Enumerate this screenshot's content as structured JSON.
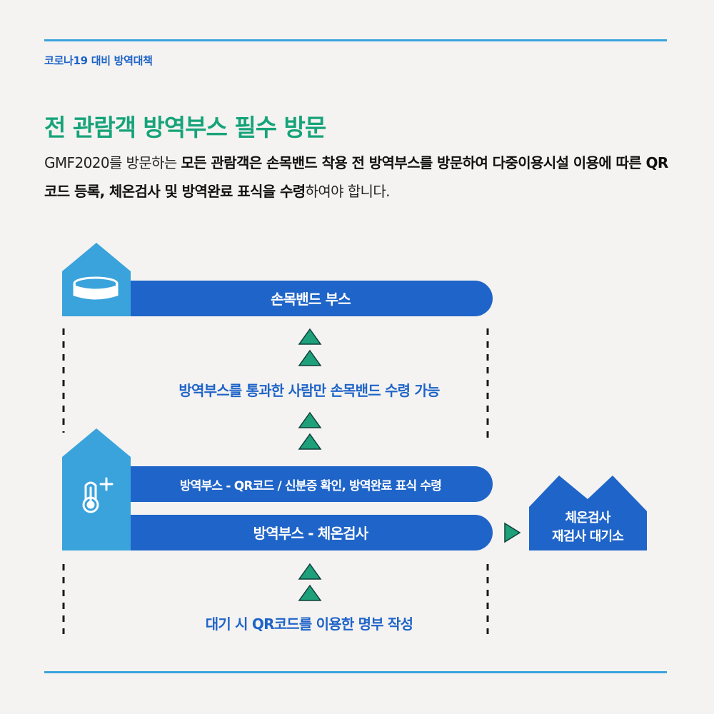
{
  "header": {
    "category": "코로나19 대비 방역대책"
  },
  "title": "전 관람객 방역부스 필수 방문",
  "description": {
    "lead": "GMF2020를 방문하는 ",
    "strong": "모든 관람객은 손목밴드 착용 전 방역부스를 방문하여 다중이용시설 이용에 따른 QR코드 등록, 체온검사 및 방역완료 표식을 수령",
    "tail": "하여야 합니다."
  },
  "flow": {
    "wristband_booth": "손목밴드 부스",
    "wristband_note": "방역부스를 통과한 사람만 손목밴드 수령 가능",
    "qr_check": "방역부스 - QR코드 / 신분증 확인, 방역완료 표식 수령",
    "temp_check": "방역부스 - 체온검사",
    "waiting_note": "대기 시 QR코드를 이용한 명부 작성",
    "retest_line1": "체온검사",
    "retest_line2": "재검사 대기소"
  },
  "colors": {
    "primary_blue": "#1f64c8",
    "light_blue": "#3aa3dc",
    "green": "#17a37a",
    "arrow_green": "#1ea07a",
    "background": "#f4f3f1"
  },
  "icons": [
    "wristband-icon",
    "thermometer-icon",
    "arrow-up-icon",
    "arrow-right-icon"
  ]
}
